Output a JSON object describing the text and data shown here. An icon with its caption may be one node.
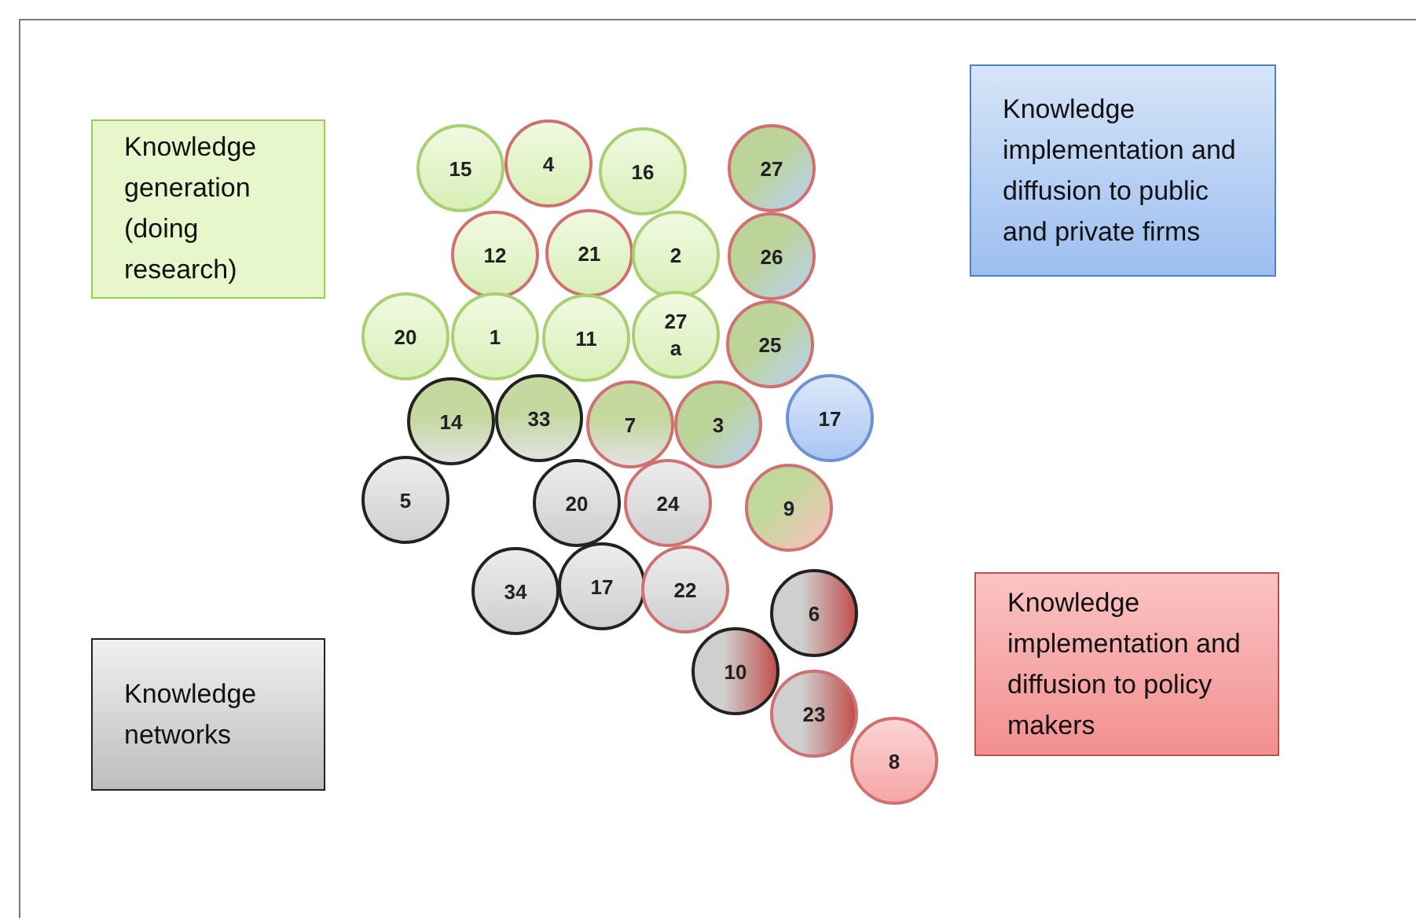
{
  "diagram": {
    "nodes": [
      {
        "text": [
          "Knowledge generation (doing research)"
        ]
      },
      {
        "text": [
          "Knowledge implementation and diffusion to public and private firms"
        ]
      },
      {
        "text": [
          "15"
        ]
      },
      {
        "text": [
          "4"
        ]
      },
      {
        "text": [
          "16"
        ]
      },
      {
        "text": [
          "27"
        ]
      },
      {
        "text": [
          "12"
        ]
      },
      {
        "text": [
          "21"
        ]
      },
      {
        "text": [
          "2"
        ]
      },
      {
        "text": [
          "26"
        ]
      },
      {
        "text": [
          "20"
        ]
      },
      {
        "text": [
          "1"
        ]
      },
      {
        "text": [
          "11"
        ]
      },
      {
        "text": [
          "27 a"
        ]
      },
      {
        "text": [
          "25"
        ]
      },
      {
        "text": [
          "14"
        ]
      },
      {
        "text": [
          "33"
        ]
      },
      {
        "text": [
          "7"
        ]
      },
      {
        "text": [
          "3"
        ]
      },
      {
        "text": [
          "17"
        ]
      },
      {
        "text": [
          "5"
        ]
      },
      {
        "text": [
          "20"
        ]
      },
      {
        "text": [
          "24"
        ]
      },
      {
        "text": [
          "9"
        ]
      },
      {
        "text": [
          "34"
        ]
      },
      {
        "text": [
          "17"
        ]
      },
      {
        "text": [
          "22"
        ]
      },
      {
        "text": [
          "6"
        ]
      },
      {
        "text": [
          "Knowledge implementation and diffusion to policy makers"
        ]
      },
      {
        "text": [
          "10"
        ]
      },
      {
        "text": [
          "23"
        ]
      },
      {
        "text": [
          "Knowledge networks"
        ]
      },
      {
        "text": [
          "8"
        ]
      }
    ],
    "edges": []
  }
}
